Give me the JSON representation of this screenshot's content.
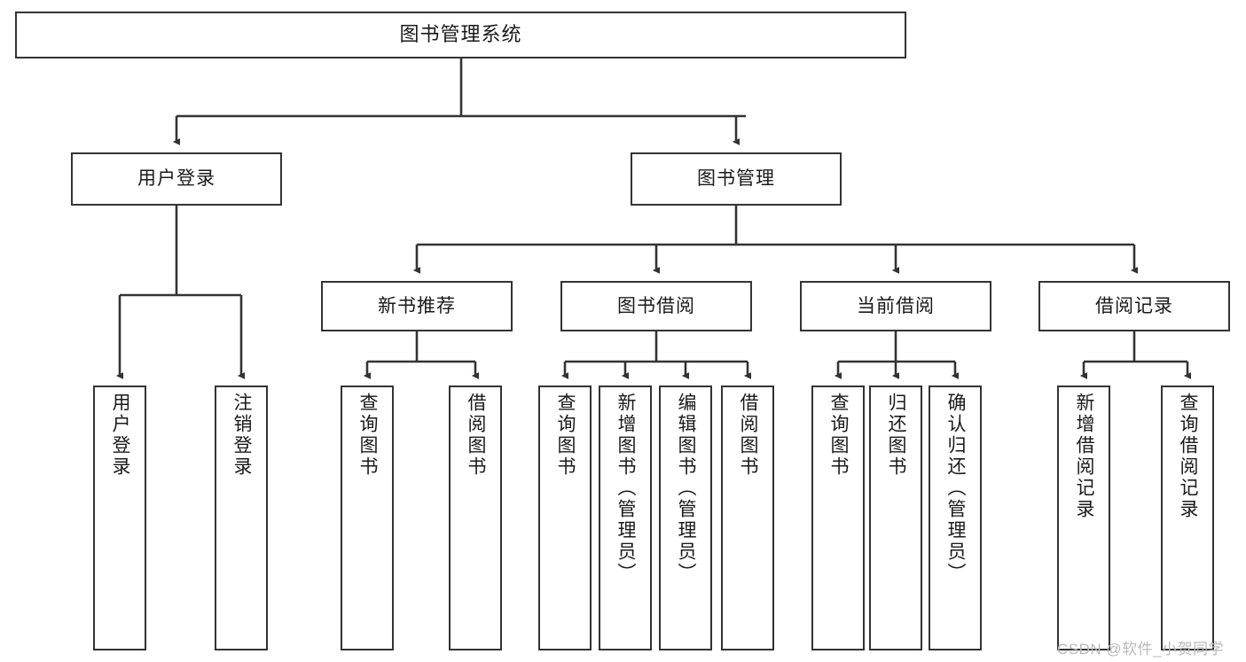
{
  "diagram": {
    "title": "图书管理系统",
    "type": "tree-hierarchy-chart",
    "watermark": "CSDN @软件_小贺同学",
    "colors": {
      "stroke": "#333333",
      "fill": "#ffffff",
      "text": "#1a1a1a",
      "watermark": "#b9b9b9"
    }
  },
  "nodes": {
    "root": {
      "label": "图书管理系统"
    },
    "level2": [
      {
        "id": "user-login",
        "label": "用户登录"
      },
      {
        "id": "book-manage",
        "label": "图书管理"
      }
    ],
    "level3": [
      {
        "id": "new-book-recommend",
        "label": "新书推荐"
      },
      {
        "id": "book-borrow",
        "label": "图书借阅"
      },
      {
        "id": "current-borrow",
        "label": "当前借阅"
      },
      {
        "id": "borrow-record",
        "label": "借阅记录"
      }
    ],
    "leaves": {
      "user-login": [
        {
          "id": "leaf-user-login",
          "label": "用户登录"
        },
        {
          "id": "leaf-user-logout",
          "label": "注销登录"
        }
      ],
      "new-book-recommend": [
        {
          "id": "leaf-query-book-1",
          "label": "查询图书"
        },
        {
          "id": "leaf-borrow-book-1",
          "label": "借阅图书"
        }
      ],
      "book-borrow": [
        {
          "id": "leaf-query-book-2",
          "label": "查询图书"
        },
        {
          "id": "leaf-add-book",
          "label": "新增图书（管理员）"
        },
        {
          "id": "leaf-edit-book",
          "label": "编辑图书（管理员）"
        },
        {
          "id": "leaf-borrow-book-2",
          "label": "借阅图书"
        }
      ],
      "current-borrow": [
        {
          "id": "leaf-query-book-3",
          "label": "查询图书"
        },
        {
          "id": "leaf-return-book",
          "label": "归还图书"
        },
        {
          "id": "leaf-confirm-return",
          "label": "确认归还（管理员）"
        }
      ],
      "borrow-record": [
        {
          "id": "leaf-add-record",
          "label": "新增借阅记录"
        },
        {
          "id": "leaf-query-record",
          "label": "查询借阅记录"
        }
      ]
    }
  }
}
